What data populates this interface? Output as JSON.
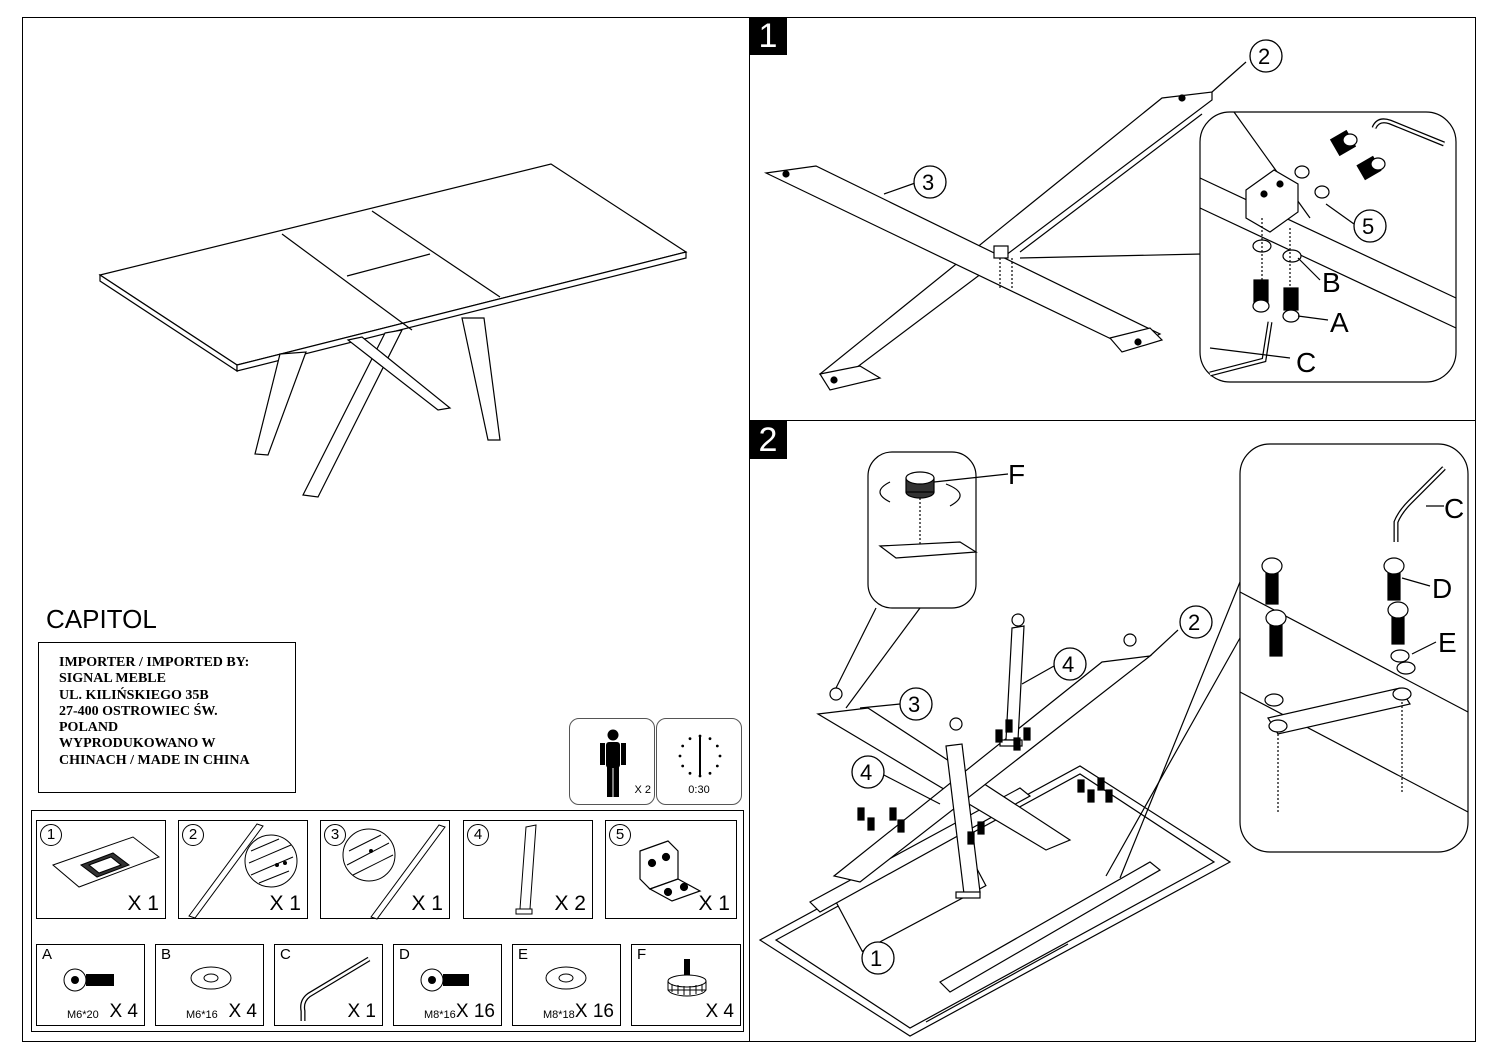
{
  "product_title": "CAPITOL",
  "importer": {
    "lines": [
      "IMPORTER / IMPORTED BY:",
      "SIGNAL MEBLE",
      "UL. KILIŃSKIEGO 35B",
      "27-400 OSTROWIEC ŚW.",
      "POLAND",
      "WYPRODUKOWANO W",
      "CHINACH / MADE IN CHINA"
    ]
  },
  "assembly_info": {
    "persons": "X 2",
    "time": "0:30"
  },
  "steps": [
    "1",
    "2"
  ],
  "parts": [
    {
      "number": "1",
      "qty": "X 1",
      "icon": "table-top-icon"
    },
    {
      "number": "2",
      "qty": "X 1",
      "icon": "leg-rail-icon"
    },
    {
      "number": "3",
      "qty": "X 1",
      "icon": "leg-rail-icon"
    },
    {
      "number": "4",
      "qty": "X 2",
      "icon": "leg-post-icon"
    },
    {
      "number": "5",
      "qty": "X 1",
      "icon": "angle-bracket-icon"
    }
  ],
  "hardware": [
    {
      "letter": "A",
      "size": "M6*20",
      "qty": "X 4",
      "icon": "bolt-icon"
    },
    {
      "letter": "B",
      "size": "M6*16",
      "qty": "X 4",
      "icon": "washer-icon"
    },
    {
      "letter": "C",
      "size": "",
      "qty": "X 1",
      "icon": "allen-key-icon"
    },
    {
      "letter": "D",
      "size": "M8*16",
      "qty": "X 16",
      "icon": "bolt-icon"
    },
    {
      "letter": "E",
      "size": "M8*18",
      "qty": "X 16",
      "icon": "washer-icon"
    },
    {
      "letter": "F",
      "size": "",
      "qty": "X 4",
      "icon": "leveling-foot-icon"
    }
  ],
  "step1_callouts": {
    "part2": "2",
    "part3": "3",
    "part5": "5",
    "a": "A",
    "b": "B",
    "c": "C"
  },
  "step2_callouts": {
    "part1": "1",
    "part2": "2",
    "part3": "3",
    "part4a": "4",
    "part4b": "4",
    "c": "C",
    "d": "D",
    "e": "E",
    "f": "F"
  }
}
